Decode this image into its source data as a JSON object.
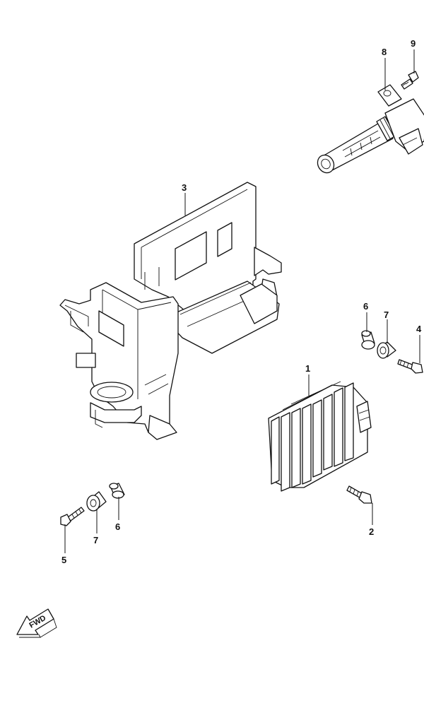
{
  "callouts": {
    "p1": "1",
    "p2": "2",
    "p3": "3",
    "p4": "4",
    "p5": "5",
    "p6_right": "6",
    "p6_left": "6",
    "p7_right": "7",
    "p7_left": "7",
    "p8": "8",
    "p9": "9"
  },
  "fwd_label": "FWD"
}
